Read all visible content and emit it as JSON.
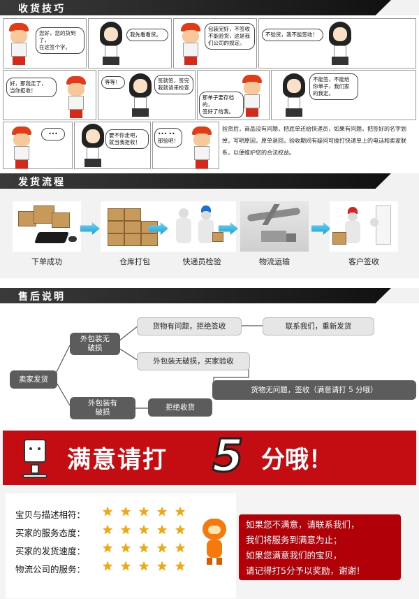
{
  "sections": {
    "receipt_tips": "收货技巧",
    "shipping_process": "发货流程",
    "after_sales": "售后说明"
  },
  "comic": {
    "b1": "您好，您的货到了，\n在这签个字。",
    "b2": "我先看看货。",
    "b3": "包装完好，不签收\n不能验货，这是我\n们公司的规定。",
    "b4": "不验货，我不能签收！",
    "b5": "好，那我走了，\n当你拒收！",
    "b6": "等等！",
    "b7": "签就签，签完\n我就请来检查",
    "b8": "那单子要存档的，\n签好了给我。",
    "b9": "不能签，不能给\n你单子，我们家\n的我定。",
    "b10": "•••",
    "b11": "要不你走吧，\n就当我拒收！",
    "b12": "••• ••\n那验吧！",
    "note": "验货后，商品没有问题，把底单还给快递员，如果有问题，把签好的名字划掉，写明原因，原单退回，验收期间有疑问可拨打快递单上的电话和卖家联系，以便维护您的合法权益。"
  },
  "process": [
    {
      "label": "下单成功"
    },
    {
      "label": "仓库打包"
    },
    {
      "label": "快递员检验"
    },
    {
      "label": "物流运输"
    },
    {
      "label": "客户签收"
    }
  ],
  "flow": {
    "root": "卖家发货",
    "intact": "外包装无\n破损",
    "damaged": "外包装有\n破损",
    "problem": "货物有问题，拒绝签收",
    "contact": "联系我们，重新发货",
    "check": "外包装无破损，买家验收",
    "ok": "货物无问题，签收（满意请打 5 分哦）",
    "reject": "拒绝收货"
  },
  "rating": {
    "banner_pre": "满意请打",
    "banner_number": "5",
    "banner_post": "分哦！",
    "rows": [
      {
        "label": "宝贝与描述相符：",
        "stars": 5
      },
      {
        "label": "买家的服务态度：",
        "stars": 5
      },
      {
        "label": "买家的发货速度：",
        "stars": 5
      },
      {
        "label": "物流公司的服务：",
        "stars": 5
      }
    ],
    "notice": [
      "如果您不满意，请联系我们，",
      "我们将服务到满意为止；",
      "如果您满意我们的宝贝，",
      "请记得打5分予以奖励，谢谢！"
    ]
  },
  "colors": {
    "banner": "#c40d12",
    "star": "#f2a900",
    "arrow": "#1aa0d6",
    "node": "#5c5c5c"
  }
}
